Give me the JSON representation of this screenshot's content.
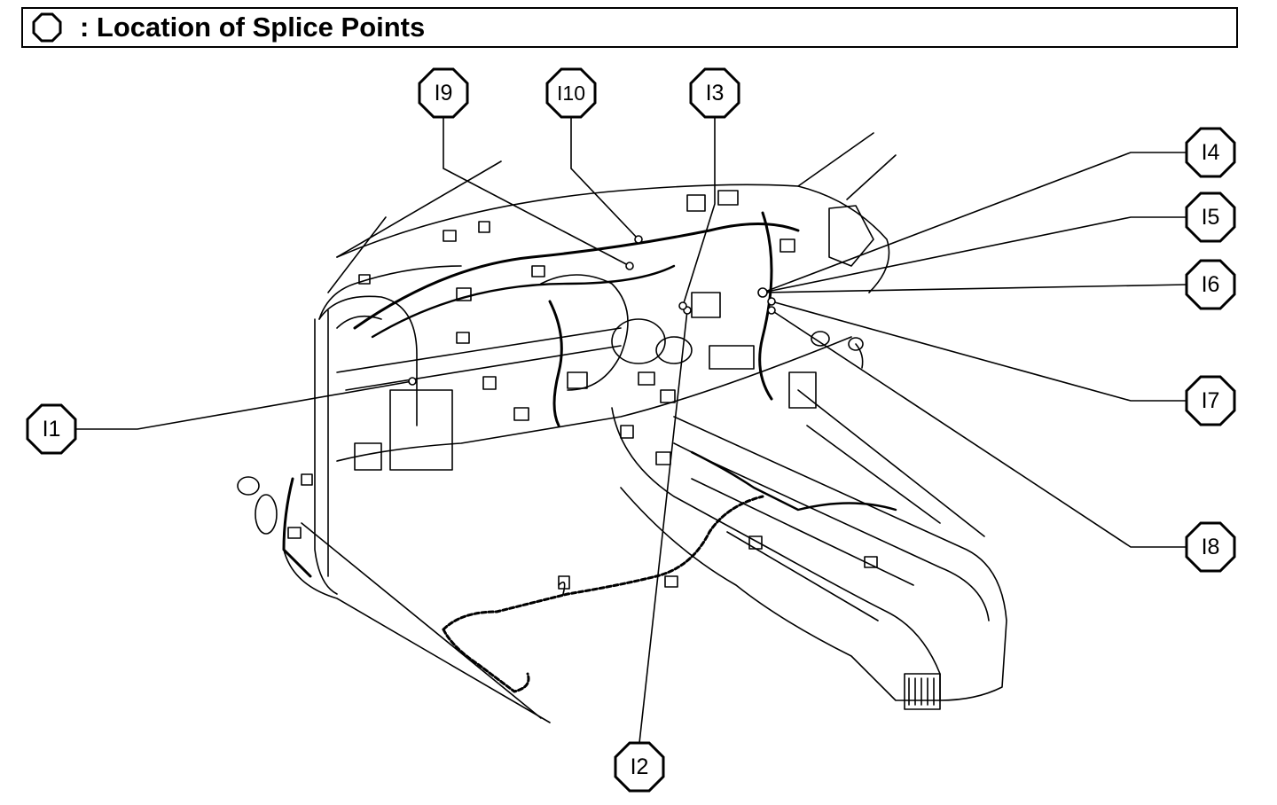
{
  "header": {
    "title": ": Location of Splice Points",
    "legend_icon": "octagon-icon"
  },
  "callouts": [
    {
      "id": "I1",
      "label": "I1"
    },
    {
      "id": "I2",
      "label": "I2"
    },
    {
      "id": "I3",
      "label": "I3"
    },
    {
      "id": "I4",
      "label": "I4"
    },
    {
      "id": "I5",
      "label": "I5"
    },
    {
      "id": "I6",
      "label": "I6"
    },
    {
      "id": "I7",
      "label": "I7"
    },
    {
      "id": "I8",
      "label": "I8"
    },
    {
      "id": "I9",
      "label": "I9"
    },
    {
      "id": "I10",
      "label": "I10"
    }
  ],
  "colors": {
    "line": "#000000",
    "background": "#ffffff"
  }
}
